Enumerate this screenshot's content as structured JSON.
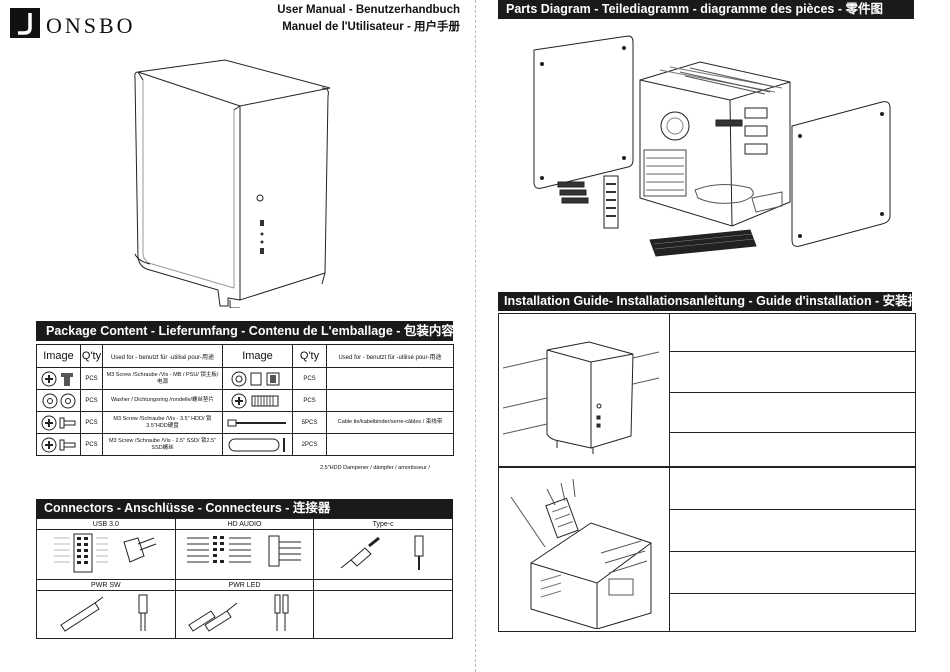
{
  "brand": {
    "logo_text": "JONSBO"
  },
  "header": {
    "line1": "User Manual - Benutzerhandbuch",
    "line2": "Manuel de l'Utilisateur - 用户手册"
  },
  "parts": {
    "title": "Parts Diagram - Teilediagramm - diagramme des pièces - 零件图"
  },
  "package": {
    "title": "Package Content - Lieferumfang - Contenu de L'emballage - 包装内容",
    "headers": {
      "image": "Image",
      "qty": "Q'ty",
      "used_for": "Used for - benutzt für -utilisé pour-用途"
    },
    "left_rows": [
      {
        "qty": "PCS",
        "desc": "M3 Screw /Schraube /Vis - MB / PSU/ 锁主板/电源"
      },
      {
        "qty": "PCS",
        "desc": "Washer / Dichtungsring /rondelle/螺丝垫片"
      },
      {
        "qty": "PCS",
        "desc": "M3 Screw /Schraube /Vis - 3.5\" HDD/ 锁3.5\"HDD硬盘"
      },
      {
        "qty": "PCS",
        "desc": "M3 Screw /Schraube /Vis - 2.5\" SSD/ 锁2.5\" SSD螺丝"
      }
    ],
    "right_rows": [
      {
        "qty": "PCS",
        "desc": ""
      },
      {
        "qty": "PCS",
        "desc": ""
      },
      {
        "qty": "5PCS",
        "desc": "Cable tie/kabelbinder/serre-câbles / 束线带"
      },
      {
        "qty": "2PCS",
        "desc": ""
      }
    ],
    "footnote": "2.5\"HDD Dampener / dämpfer / amortisseur /"
  },
  "connectors": {
    "title": "Connectors - Anschlüsse - Connecteurs - 连接器",
    "labels": [
      "USB 3.0",
      "HD AUDIO",
      "Type-c",
      "PWR SW",
      "PWR LED",
      ""
    ]
  },
  "install": {
    "title": "Installation Guide- Installationsanleitung - Guide d'installation - 安装指南"
  }
}
